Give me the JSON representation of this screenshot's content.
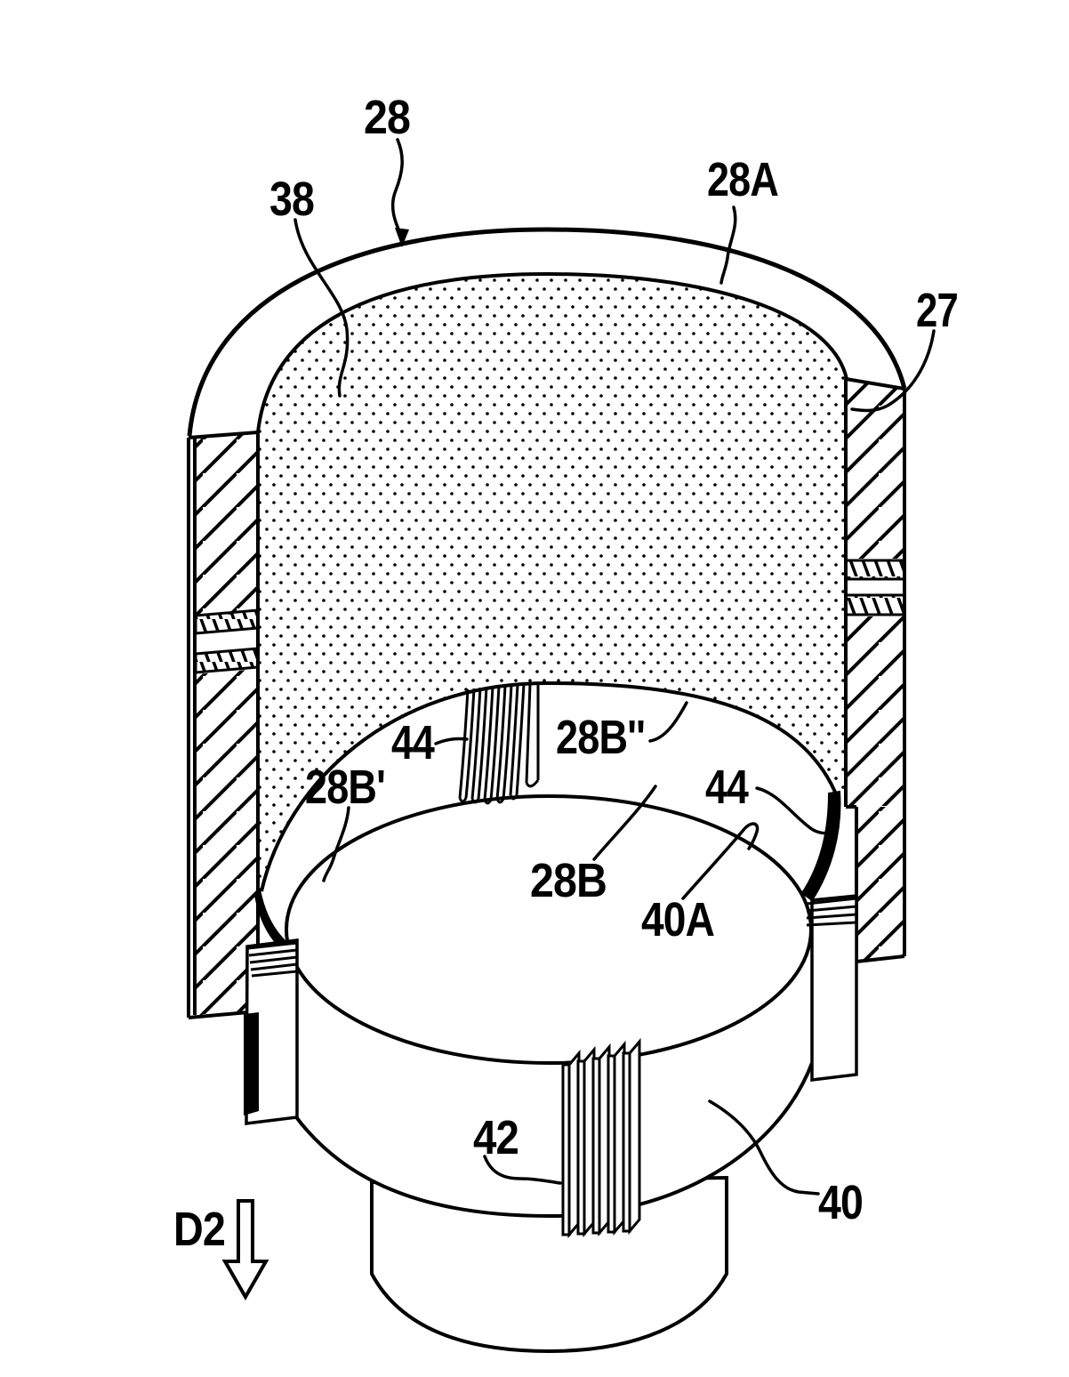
{
  "figure": {
    "kind": "patent-line-drawing",
    "colors": {
      "ink": "#000000",
      "background": "#ffffff"
    },
    "reference_labels": {
      "r28": "28",
      "r38": "38",
      "r28A": "28A",
      "r27": "27",
      "r44_top": "44",
      "r28B_dblprime": "28B''",
      "r28B_prime": "28B'",
      "r44_right": "44",
      "r28B": "28B",
      "r40A": "40A",
      "r42": "42",
      "r40": "40",
      "direction_arrow": "D2"
    }
  }
}
